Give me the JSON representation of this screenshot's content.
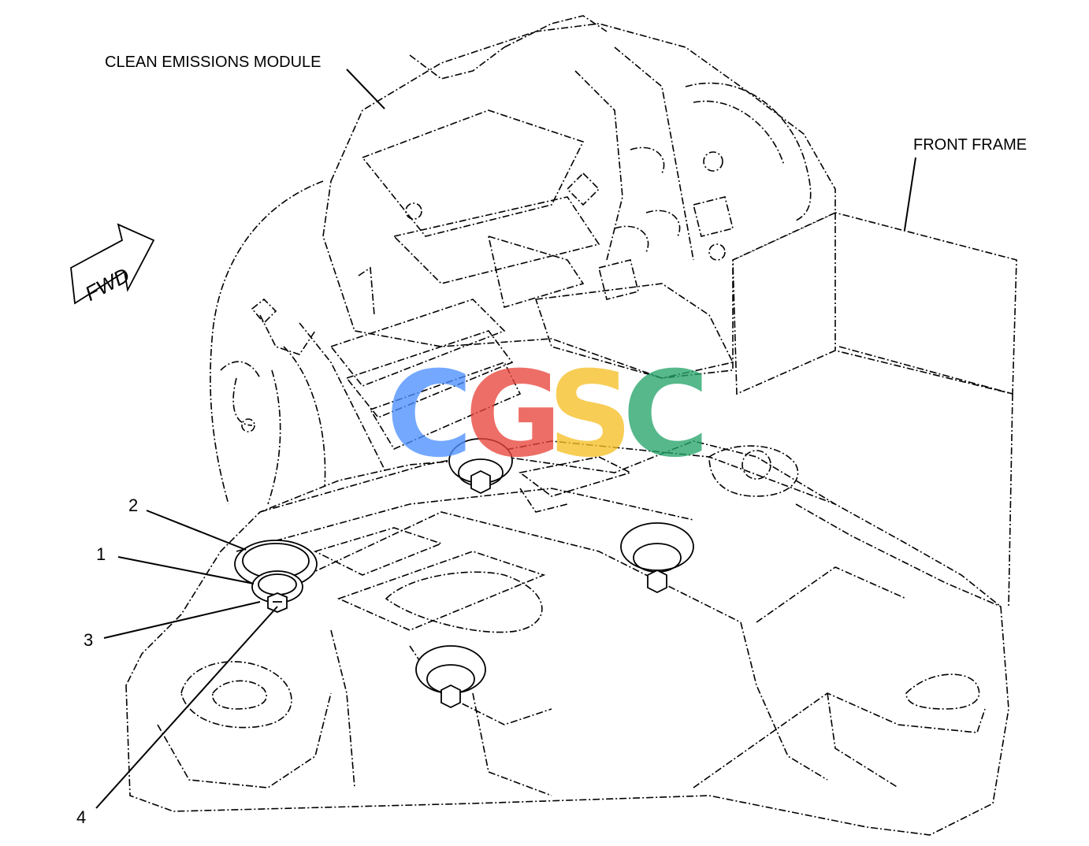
{
  "labels": {
    "clean_emissions_module": "CLEAN EMISSIONS MODULE",
    "front_frame": "FRONT FRAME",
    "fwd": "FWD"
  },
  "callouts": [
    "1",
    "2",
    "3",
    "4"
  ],
  "watermark": {
    "letters": [
      "C",
      "G",
      "S",
      "C"
    ],
    "colors": [
      "#4d90fe",
      "#e8463c",
      "#f6c026",
      "#27a56b"
    ]
  }
}
